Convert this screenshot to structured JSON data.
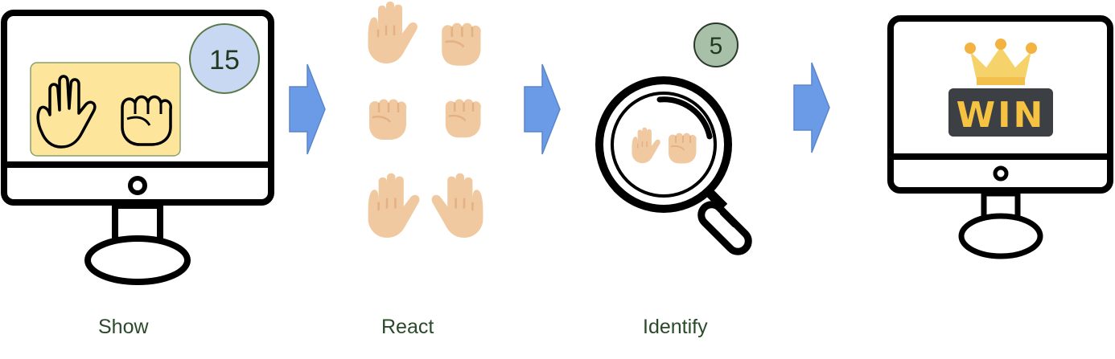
{
  "steps": [
    {
      "label": "Show"
    },
    {
      "label": "React"
    },
    {
      "label": "Identify"
    },
    {
      "label": "WIN"
    }
  ],
  "show": {
    "badge": "15",
    "badge_color": "#c9d8f2",
    "card_color": "#fde59c"
  },
  "identify": {
    "badge": "5",
    "badge_color": "#a8c0a8"
  },
  "win": {
    "banner_text": "WIN",
    "banner_bg": "#3c3f44",
    "text_color": "#f5c242",
    "crown_color": "#f6d36a"
  },
  "colors": {
    "arrow": "#6b9be6",
    "skin": "#f1c9a1",
    "skin_shadow": "#e3b184"
  },
  "icons": [
    "monitor-icon",
    "open-hand-icon",
    "fist-icon",
    "arrow-right-icon",
    "magnifier-icon",
    "crown-icon"
  ]
}
